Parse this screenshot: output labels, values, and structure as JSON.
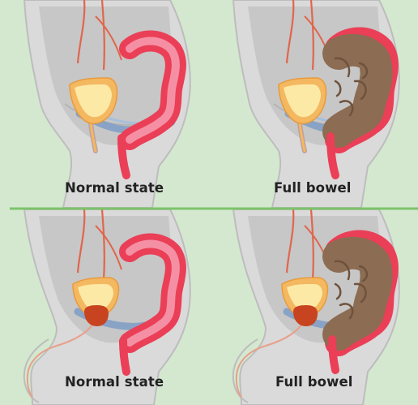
{
  "panels": {
    "top_left": {
      "label": "Normal state"
    },
    "top_right": {
      "label": "Full bowel"
    },
    "bottom_left": {
      "label": "Normal state"
    },
    "bottom_right": {
      "label": "Full bowel"
    }
  },
  "colors": {
    "background": "#d4e8d0",
    "divider": "#7cc46a",
    "body": "#dadada",
    "body_outline": "#bdbdbd",
    "cavity": "#c7c7c7",
    "bladder_wall": "#f4b860",
    "urine": "#fde9a6",
    "colon": "#ea3f57",
    "colon_inner": "#f590a4",
    "stool": "#8c6c52",
    "pelvic_floor": "#7c9cc6",
    "prostate": "#c8431f",
    "ureter": "#e0664d"
  }
}
